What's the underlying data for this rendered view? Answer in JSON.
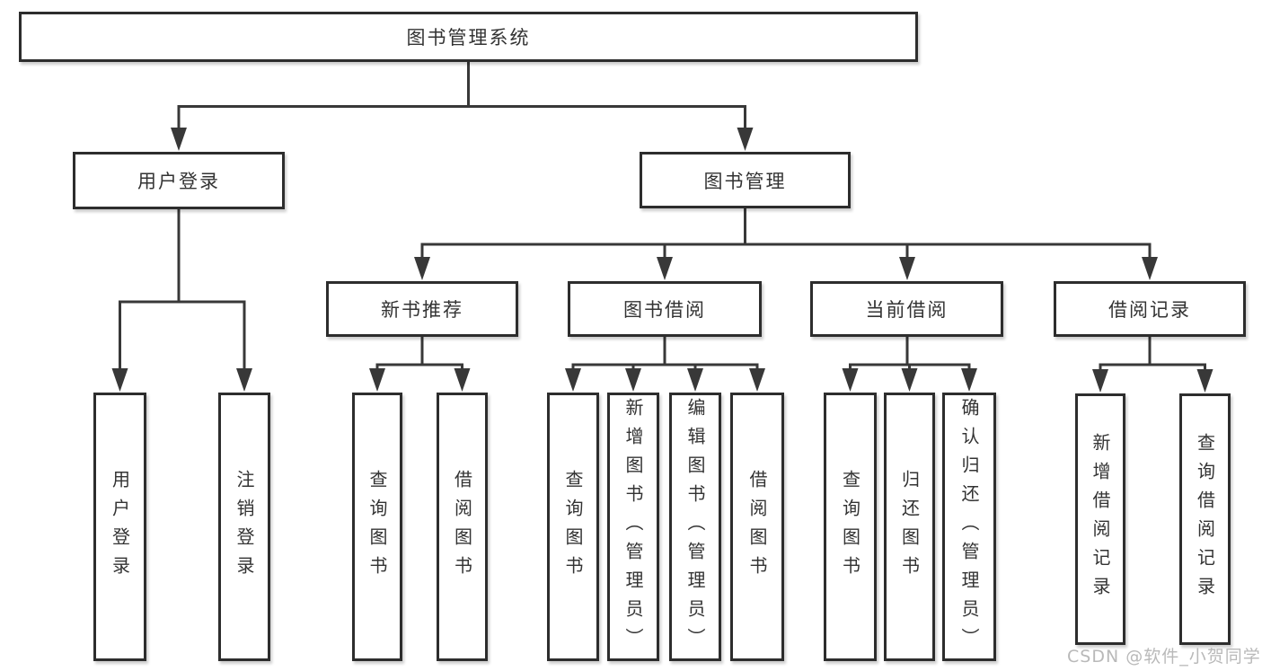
{
  "diagram": {
    "root": "图书管理系统",
    "children": [
      {
        "label": "用户登录",
        "children": [
          {
            "label": "用户登录"
          },
          {
            "label": "注销登录"
          }
        ]
      },
      {
        "label": "图书管理",
        "children": [
          {
            "label": "新书推荐",
            "children": [
              {
                "label": "查询图书"
              },
              {
                "label": "借阅图书"
              }
            ]
          },
          {
            "label": "图书借阅",
            "children": [
              {
                "label": "查询图书"
              },
              {
                "label": "新增图书（管理员）"
              },
              {
                "label": "编辑图书（管理员）"
              },
              {
                "label": "借阅图书"
              }
            ]
          },
          {
            "label": "当前借阅",
            "children": [
              {
                "label": "查询图书"
              },
              {
                "label": "归还图书"
              },
              {
                "label": "确认归还（管理员）"
              }
            ]
          },
          {
            "label": "借阅记录",
            "children": [
              {
                "label": "新增借阅记录"
              },
              {
                "label": "查询借阅记录"
              }
            ]
          }
        ]
      }
    ]
  },
  "colors": {
    "line": "#383838",
    "box_border": "#2d2d2d",
    "text": "#333333",
    "watermark": "#b9b9b9",
    "background": "#ffffff"
  },
  "watermark": "CSDN @软件_小贺同学"
}
